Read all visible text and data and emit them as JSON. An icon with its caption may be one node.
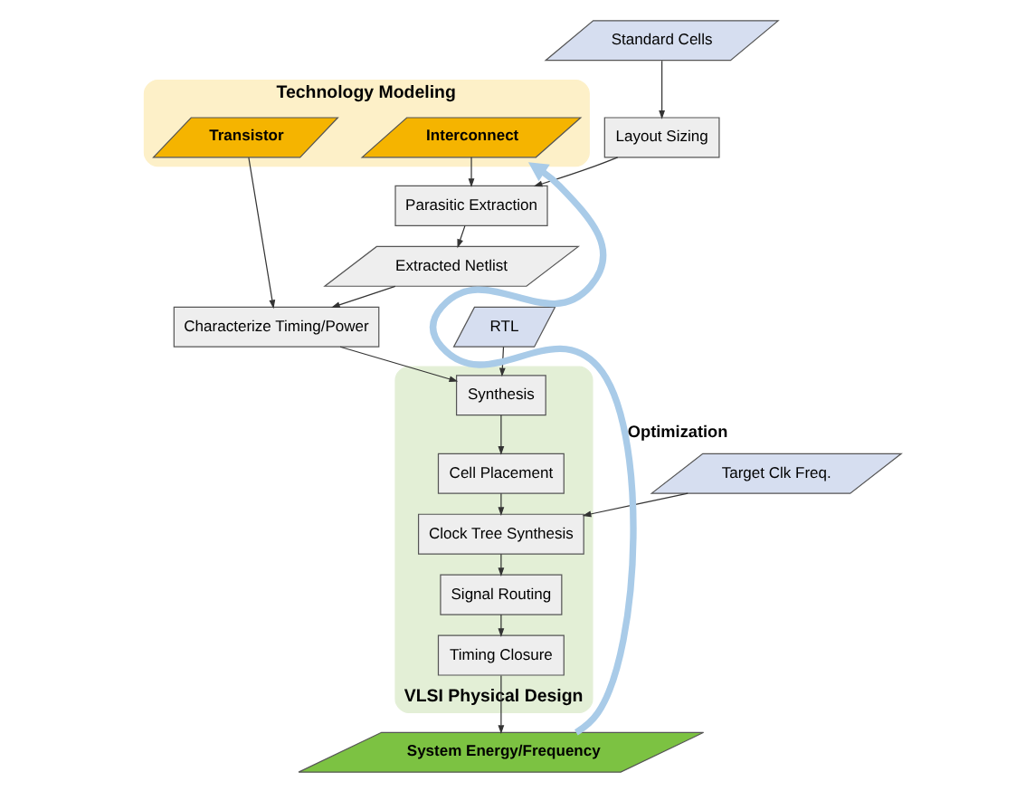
{
  "diagram": {
    "nodes": [
      {
        "text": [
          "Technology Modeling"
        ]
      },
      {
        "text": [
          "Interconnect"
        ],
        "in": 0
      },
      {
        "text": [
          "Transistor"
        ],
        "in": 0
      },
      {
        "text": [
          "Standard Cells"
        ]
      },
      {
        "text": [
          "RTL"
        ]
      },
      {
        "text": [
          "Target Clk Freq."
        ]
      },
      {
        "text": [
          "Layout Sizing"
        ]
      },
      {
        "text": [
          "Parasitic Extraction"
        ]
      },
      {
        "text": [
          "Extracted Netlist"
        ]
      },
      {
        "text": [
          "Characterize Timing/Power"
        ]
      },
      {
        "text": [
          "VLSI Physical Design"
        ]
      },
      {
        "text": [
          "Synthesis"
        ],
        "in": 10
      },
      {
        "text": [
          "Cell Placement"
        ],
        "in": 10
      },
      {
        "text": [
          "Clock Tree Synthesis"
        ],
        "in": 10
      },
      {
        "text": [
          "Signal Routing"
        ],
        "in": 10
      },
      {
        "text": [
          "Timing Closure"
        ],
        "in": 10
      },
      {
        "text": [
          "System Energy/Frequency"
        ]
      }
    ],
    "edges": [
      {
        "from": 3,
        "to": 6,
        "arrow": "to"
      },
      {
        "from": 6,
        "to": 7,
        "arrow": "to"
      },
      {
        "from": 7,
        "to": 8,
        "arrow": "to"
      },
      {
        "from": 8,
        "to": 9,
        "arrow": "to"
      },
      {
        "from": 1,
        "to": 7,
        "arrow": "to"
      },
      {
        "from": 2,
        "to": 9,
        "arrow": "to"
      },
      {
        "from": 4,
        "to": 11,
        "arrow": "to"
      },
      {
        "from": 9,
        "to": 11,
        "arrow": "to"
      },
      {
        "from": 5,
        "to": 13,
        "arrow": "to"
      },
      {
        "from": 11,
        "to": 12,
        "arrow": "to"
      },
      {
        "from": 12,
        "to": 13,
        "arrow": "to"
      },
      {
        "from": 13,
        "to": 14,
        "arrow": "to"
      },
      {
        "from": 14,
        "to": 15,
        "arrow": "to"
      },
      {
        "from": 15,
        "to": 16,
        "arrow": "to"
      },
      {
        "from": 16,
        "to": 0,
        "label": "Optimization",
        "arrow": "to",
        "style": "thick",
        "color": "#a9cbe8"
      }
    ]
  }
}
